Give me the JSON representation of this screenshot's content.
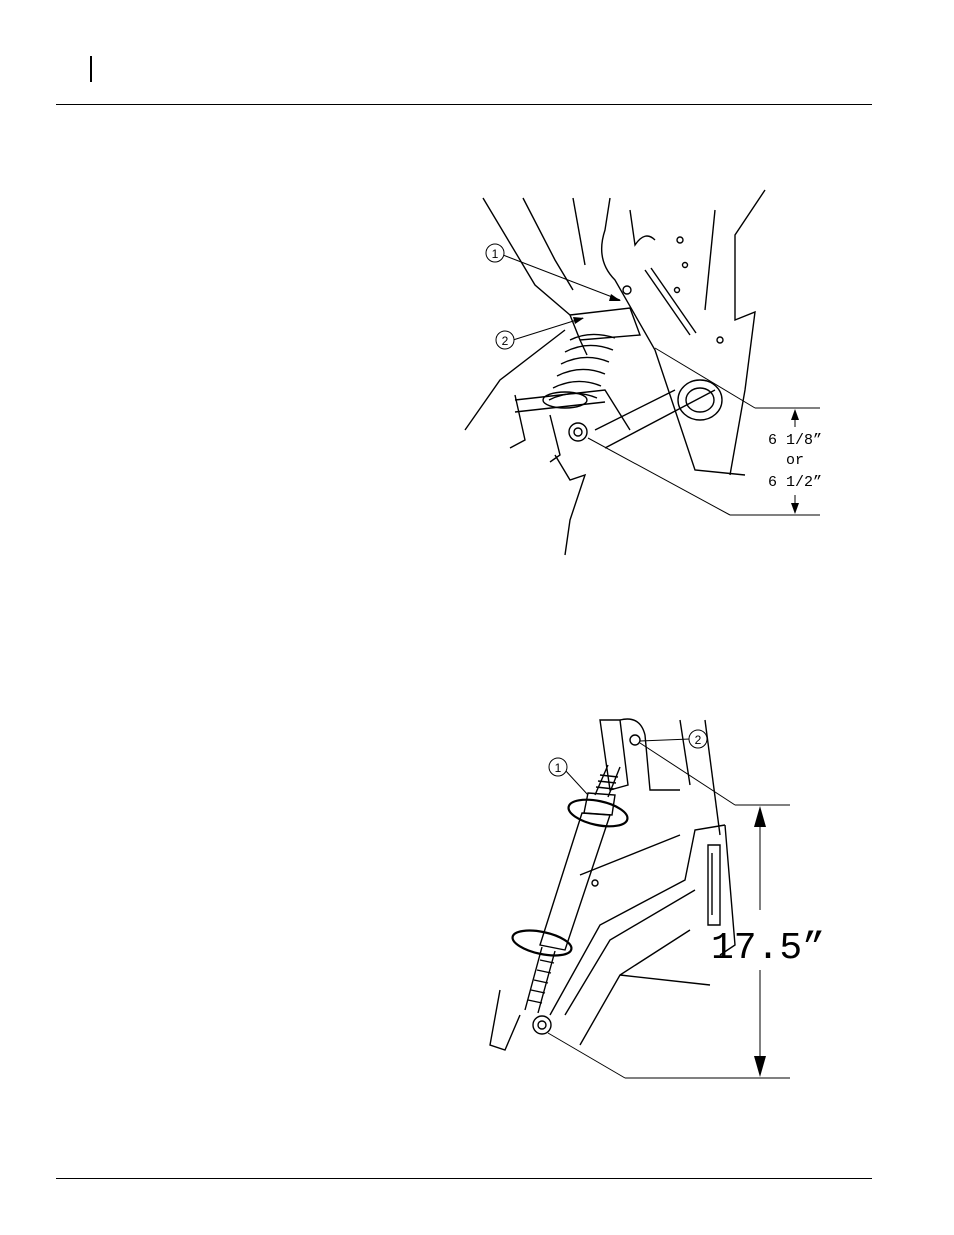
{
  "figure1": {
    "callouts": [
      "1",
      "2"
    ],
    "dimension": {
      "line1": "6  1/8”",
      "line2": "or",
      "line3": "6  1/2”"
    }
  },
  "figure2": {
    "callouts": [
      "1",
      "2"
    ],
    "dimension": {
      "text": "17.5”"
    }
  }
}
